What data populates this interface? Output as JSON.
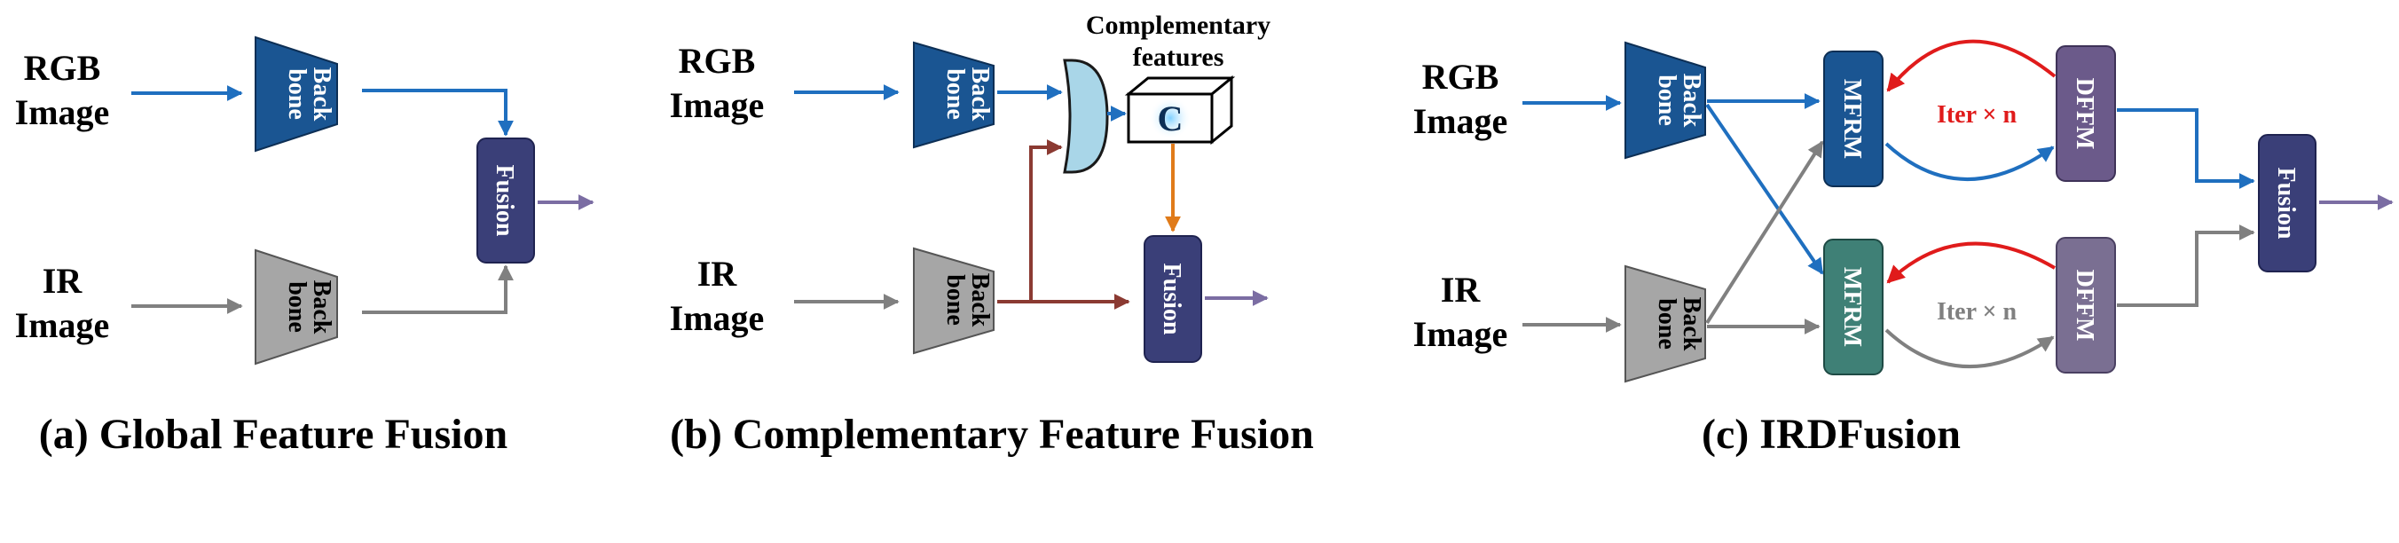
{
  "colors": {
    "rgb_arrow": "#1f6fbf",
    "ir_arrow": "#808080",
    "out_arrow": "#7b6da3",
    "comp_arrow": "#8b3a32",
    "orange_arrow": "#e07b1a",
    "red_arrow": "#e01b1b",
    "backbone_rgb": "#1a5592",
    "backbone_ir": "#a6a6a6",
    "fusion": "#3a3f78",
    "mfrm_rgb": "#1a5592",
    "mfrm_ir": "#3f8076",
    "dfrm_rgb": "#6b5a8a",
    "dfrm_ir": "#7a6f92",
    "concat": "#a9d6e8"
  },
  "panel_a": {
    "rgb_label_1": "RGB",
    "rgb_label_2": "Image",
    "ir_label_1": "IR",
    "ir_label_2": "Image",
    "backbone_rgb_1": "Back",
    "backbone_rgb_2": "bone",
    "backbone_ir_1": "Back",
    "backbone_ir_2": "bone",
    "fusion": "Fusion",
    "caption": "(a) Global Feature Fusion"
  },
  "panel_b": {
    "rgb_label_1": "RGB",
    "rgb_label_2": "Image",
    "ir_label_1": "IR",
    "ir_label_2": "Image",
    "backbone_rgb_1": "Back",
    "backbone_rgb_2": "bone",
    "backbone_ir_1": "Back",
    "backbone_ir_2": "bone",
    "comp_title_1": "Complementary",
    "comp_title_2": "features",
    "comp_symbol": "C",
    "fusion": "Fusion",
    "caption": "(b) Complementary Feature Fusion"
  },
  "panel_c": {
    "rgb_label_1": "RGB",
    "rgb_label_2": "Image",
    "ir_label_1": "IR",
    "ir_label_2": "Image",
    "backbone_rgb_1": "Back",
    "backbone_rgb_2": "bone",
    "backbone_ir_1": "Back",
    "backbone_ir_2": "bone",
    "mfrm_rgb": "MFRM",
    "mfrm_ir": "MFRM",
    "dfrm_rgb": "DFFM",
    "dfrm_ir": "DFFM",
    "iter_rgb": "Iter × n",
    "iter_ir": "Iter × n",
    "fusion": "Fusion",
    "caption": "(c)  IRDFusion"
  }
}
